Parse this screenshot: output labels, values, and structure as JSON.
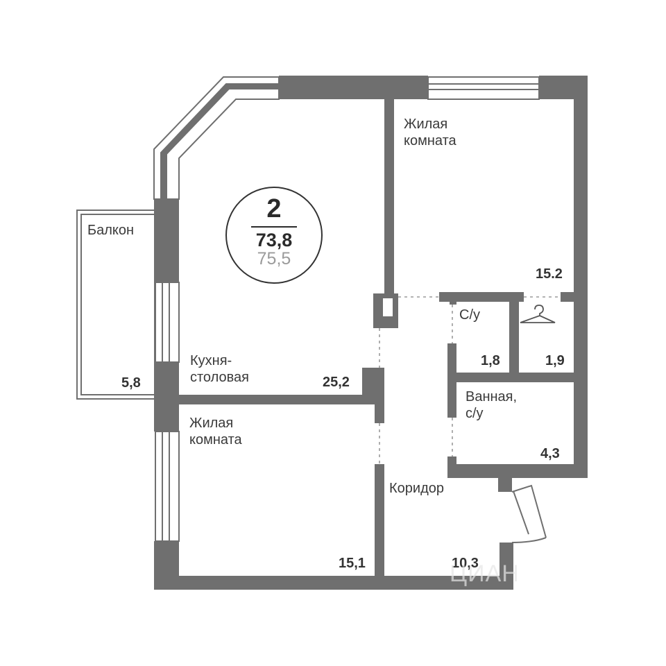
{
  "apartment": {
    "rooms_count": "2",
    "living_area": "73,8",
    "total_area": "75,5"
  },
  "rooms": {
    "living_room_1": {
      "name": "Жилая\nкомната",
      "area": "15.2"
    },
    "kitchen": {
      "name": "Кухня-\nстоловая",
      "area": "25,2"
    },
    "balcony": {
      "name": "Балкон",
      "area": "5,8"
    },
    "toilet": {
      "name": "С/у",
      "area": "1,8"
    },
    "wardrobe": {
      "area": "1,9",
      "icon": "hanger-icon"
    },
    "bathroom": {
      "name": "Ванная,\nс/у",
      "area": "4,3"
    },
    "living_room_2": {
      "name": "Жилая\nкомната",
      "area": "15,1"
    },
    "corridor": {
      "name": "Коридор",
      "area": "10,3"
    }
  },
  "watermark": "ЦИАН",
  "colors": {
    "wall": "#6f6f6f",
    "text": "#3a3a3a",
    "secondary": "#9b9b9b"
  }
}
